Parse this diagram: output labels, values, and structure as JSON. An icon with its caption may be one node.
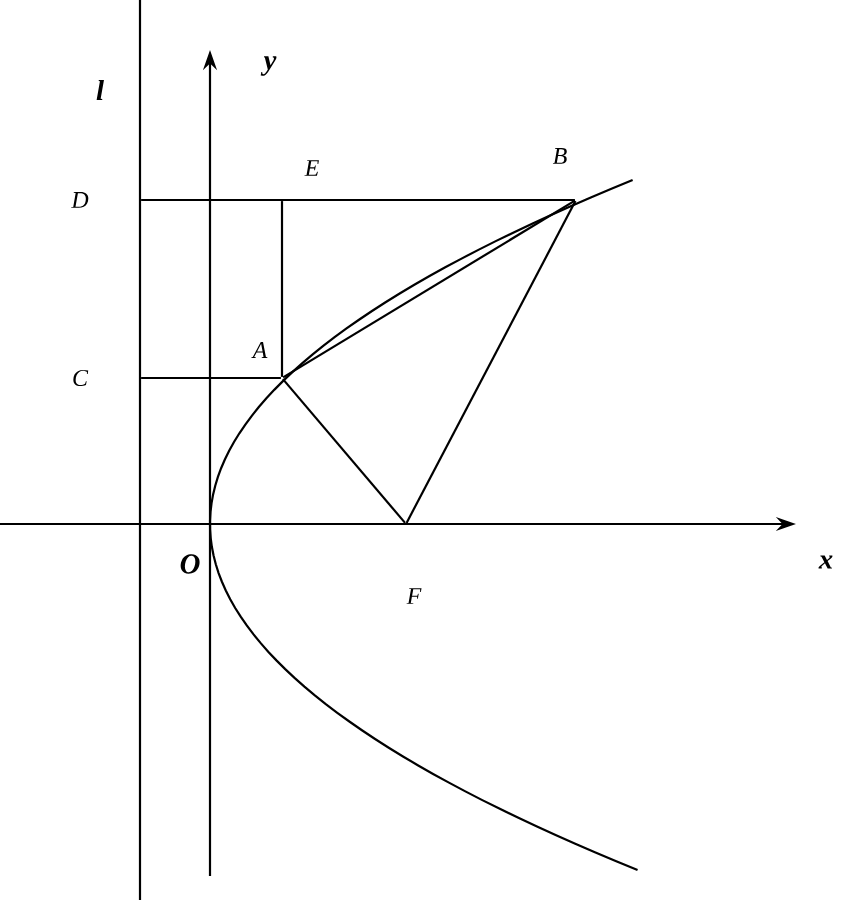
{
  "diagram": {
    "nodes": [
      {
        "text": [
          "D"
        ]
      },
      {
        "text": [
          "E"
        ]
      },
      {
        "text": [
          "B"
        ]
      },
      {
        "text": [
          "C"
        ]
      },
      {
        "text": [
          "A"
        ]
      },
      {
        "text": [
          "F"
        ]
      }
    ],
    "edges": [
      {
        "from": 0,
        "to": 2,
        "arrow": "none"
      },
      {
        "from": 1,
        "to": 4,
        "arrow": "none"
      },
      {
        "from": 3,
        "to": 4,
        "arrow": "none"
      },
      {
        "from": 4,
        "to": 2,
        "arrow": "none"
      },
      {
        "from": 4,
        "to": 5,
        "arrow": "none"
      },
      {
        "from": 2,
        "to": 5,
        "arrow": "none"
      }
    ],
    "labels": [
      "l",
      "y",
      "O",
      "x"
    ]
  }
}
